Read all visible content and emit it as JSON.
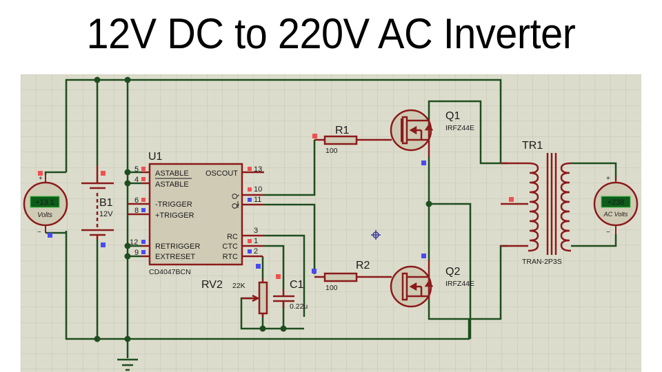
{
  "title": "12V DC to 220V AC Inverter",
  "colors": {
    "background": "#dcdccc",
    "grid": "#c4c4b4",
    "wire": "#1e4d1e",
    "component": "#8b1a1a",
    "component_fill": "#cfcbb5",
    "pin_high": "#f05050",
    "pin_low": "#4a4af0",
    "meter_display": "#0d5c1a",
    "meter_text": "#7cff7c"
  },
  "components": {
    "battery": {
      "ref": "B1",
      "value": "12V"
    },
    "dc_voltmeter": {
      "reading": "+13.1",
      "unit": "Volts",
      "plus": "+",
      "minus": "−"
    },
    "ic": {
      "ref": "U1",
      "part": "CD4047BCN",
      "left_pins": [
        {
          "num": "5",
          "name": "ASTABLE"
        },
        {
          "num": "4",
          "name": "ASTABLE"
        },
        {
          "num": "6",
          "name": "-TRIGGER"
        },
        {
          "num": "8",
          "name": "+TRIGGER"
        },
        {
          "num": "12",
          "name": "RETRIGGER"
        },
        {
          "num": "9",
          "name": "EXTRESET"
        }
      ],
      "right_pins": [
        {
          "num": "13",
          "name": "OSCOUT"
        },
        {
          "num": "10",
          "name": "Q"
        },
        {
          "num": "11",
          "name": "Q"
        },
        {
          "num": "3",
          "name": "RC"
        },
        {
          "num": "1",
          "name": "CTC"
        },
        {
          "num": "2",
          "name": "RTC"
        }
      ]
    },
    "potentiometer": {
      "ref": "RV2",
      "value": "22K"
    },
    "capacitor": {
      "ref": "C1",
      "value": "0.22u"
    },
    "r1": {
      "ref": "R1",
      "value": "100"
    },
    "r2": {
      "ref": "R2",
      "value": "100"
    },
    "q1": {
      "ref": "Q1",
      "part": "IRFZ44E"
    },
    "q2": {
      "ref": "Q2",
      "part": "IRFZ44E"
    },
    "transformer": {
      "ref": "TR1",
      "part": "TRAN-2P3S"
    },
    "ac_voltmeter": {
      "reading": "+238",
      "unit": "AC Volts",
      "plus": "+",
      "minus": "−"
    }
  }
}
